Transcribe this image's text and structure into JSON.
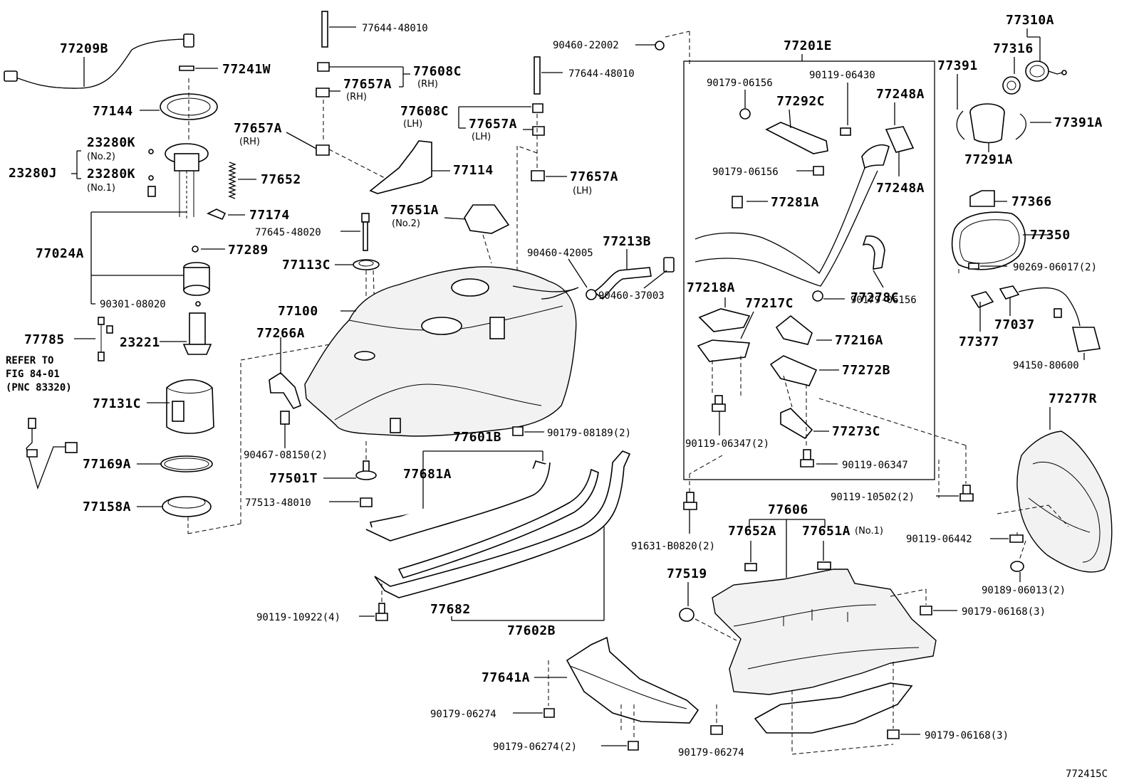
{
  "labels": {
    "p77209B": "77209B",
    "p77241W": "77241W",
    "p77144": "77144",
    "p23280K_2": "23280K",
    "no2_a": "(No.2)",
    "p23280J": "23280J",
    "p23280K_1": "23280K",
    "no1_a": "(No.1)",
    "p77652": "77652",
    "p77174": "77174",
    "p77024A": "77024A",
    "p77289": "77289",
    "p90301": "90301-08020",
    "p77785": "77785",
    "p23221": "23221",
    "refer1": "REFER TO",
    "refer2": "FIG 84-01",
    "refer3": "(PNC 83320)",
    "p77131C": "77131C",
    "p77169A": "77169A",
    "p77158A": "77158A",
    "p77644_a": "77644-48010",
    "p77608C_rh": "77608C",
    "rh_a": "(RH)",
    "p77657A_a": "77657A",
    "rh_b": "(RH)",
    "p77657A_rh": "77657A",
    "rh_c": "(RH)",
    "p77608C_lh": "77608C",
    "lh_a": "(LH)",
    "p77657A_b": "77657A",
    "lh_b": "(LH)",
    "p77114": "77114",
    "p77657A_lh": "77657A",
    "lh_c": "(LH)",
    "p77644_b": "77644-48010",
    "p90460_22002": "90460-22002",
    "p77651A_2": "77651A",
    "no2_b": "(No.2)",
    "p77645": "77645-48020",
    "p77113C": "77113C",
    "p77213B": "77213B",
    "p90460_42005": "90460-42005",
    "p77100": "77100",
    "p90460_37003": "90460-37003",
    "p77266A": "77266A",
    "p90467": "90467-08150(2)",
    "p90179_08189": "90179-08189(2)",
    "p77601B": "77601B",
    "p77501T": "77501T",
    "p77681A": "77681A",
    "p77513": "77513-48010",
    "p90119_10922": "90119-10922(4)",
    "p77682": "77682",
    "p77602B": "77602B",
    "p77641A": "77641A",
    "p90179_06274_a": "90179-06274",
    "p90179_06274_2": "90179-06274(2)",
    "p90179_06274_b": "90179-06274",
    "p77201E": "77201E",
    "p90179_06156_a": "90179-06156",
    "p90119_06430": "90119-06430",
    "p77292C": "77292C",
    "p77248A_a": "77248A",
    "p90179_06156_b": "90179-06156",
    "p77248A_b": "77248A",
    "p77281A": "77281A",
    "p77218A": "77218A",
    "p77217C": "77217C",
    "p77278C": "77278C",
    "p90179_06156_c": "90179-06156",
    "p77216A": "77216A",
    "p77272B": "77272B",
    "p90119_06347_2": "90119-06347(2)",
    "p77273C": "77273C",
    "p90119_06347": "90119-06347",
    "p90119_10502": "90119-10502(2)",
    "p91631": "91631-B0820(2)",
    "p77606": "77606",
    "p77652A": "77652A",
    "p77651A_1": "77651A",
    "no1_b": "(No.1)",
    "p77519": "77519",
    "p90179_06168_a": "90179-06168(3)",
    "p90179_06168_b": "90179-06168(3)",
    "p77310A": "77310A",
    "p77316": "77316",
    "p77391": "77391",
    "p77391A": "77391A",
    "p77291A": "77291A",
    "p77366": "77366",
    "p77350": "77350",
    "p90269": "90269-06017(2)",
    "p77377": "77377",
    "p77037": "77037",
    "p94150": "94150-80600",
    "p77277R": "77277R",
    "p90119_06442": "90119-06442",
    "p90189": "90189-06013(2)",
    "fig_id": "772415C"
  }
}
